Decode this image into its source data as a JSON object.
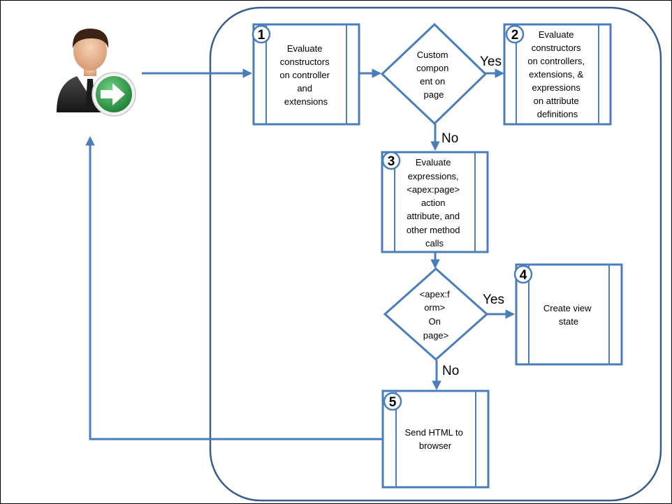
{
  "actor": {
    "icon": "user-with-go-arrow-icon"
  },
  "steps": [
    {
      "number": "1",
      "lines": [
        "Evaluate",
        "constructors",
        "on controller",
        "and",
        "extensions"
      ]
    },
    {
      "number": "2",
      "lines": [
        "Evaluate",
        "constructors",
        "on controllers,",
        "extensions, &",
        "expressions",
        "on attribute",
        "definitions"
      ]
    },
    {
      "number": "3",
      "lines": [
        "Evaluate",
        "expressions,",
        "<apex:page>",
        "action",
        "attribute, and",
        "other method",
        "calls"
      ]
    },
    {
      "number": "4",
      "lines": [
        "Create view",
        "state"
      ]
    },
    {
      "number": "5",
      "lines": [
        "Send HTML to",
        "browser"
      ]
    }
  ],
  "decisions": [
    {
      "lines": [
        "Custom",
        "compon",
        "ent on",
        "page"
      ]
    },
    {
      "lines": [
        "<apex:f",
        "orm>",
        "On",
        "page>"
      ]
    }
  ],
  "edge_labels": {
    "d1_yes": "Yes",
    "d1_no": "No",
    "d2_yes": "Yes",
    "d2_no": "No"
  },
  "colors": {
    "stroke": "#4a7ebb",
    "boundary": "#385d8a",
    "arrow_icon": "#2e9b45"
  }
}
